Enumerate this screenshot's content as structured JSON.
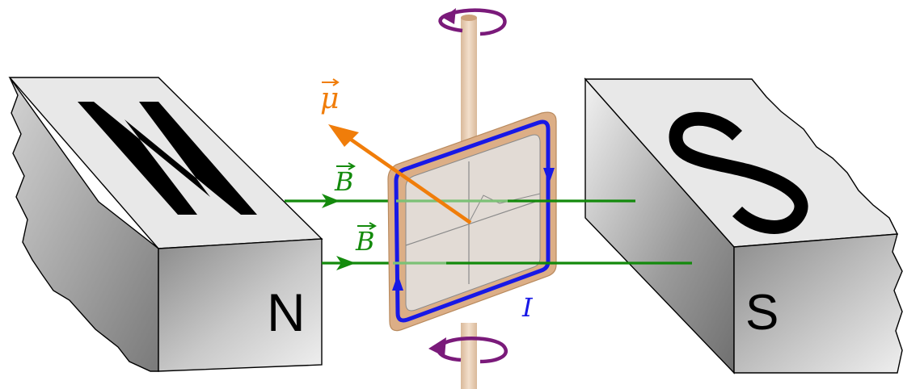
{
  "labels": {
    "mu": "μ",
    "b_upper": "B",
    "b_lower": "B",
    "current": "I",
    "north_face": "N",
    "south_face": "S"
  },
  "colors": {
    "field": "#138a0c",
    "current": "#1818e6",
    "moment": "#f07d0a",
    "rotation": "#7a1a7a",
    "axle": "#e7cdb4",
    "frame": "#dcae86",
    "magnet_face": "#e9e9e9",
    "magnet_dark": "#7d7d7d",
    "letter": "#000000"
  },
  "magnets": [
    {
      "pole": "north",
      "top_letter": "N"
    },
    {
      "pole": "south",
      "top_letter": "S"
    }
  ],
  "icons": [
    "rotation-arrow-top-icon",
    "rotation-arrow-bottom-icon",
    "current-direction-arrow-icon",
    "field-direction-arrow-icon"
  ]
}
